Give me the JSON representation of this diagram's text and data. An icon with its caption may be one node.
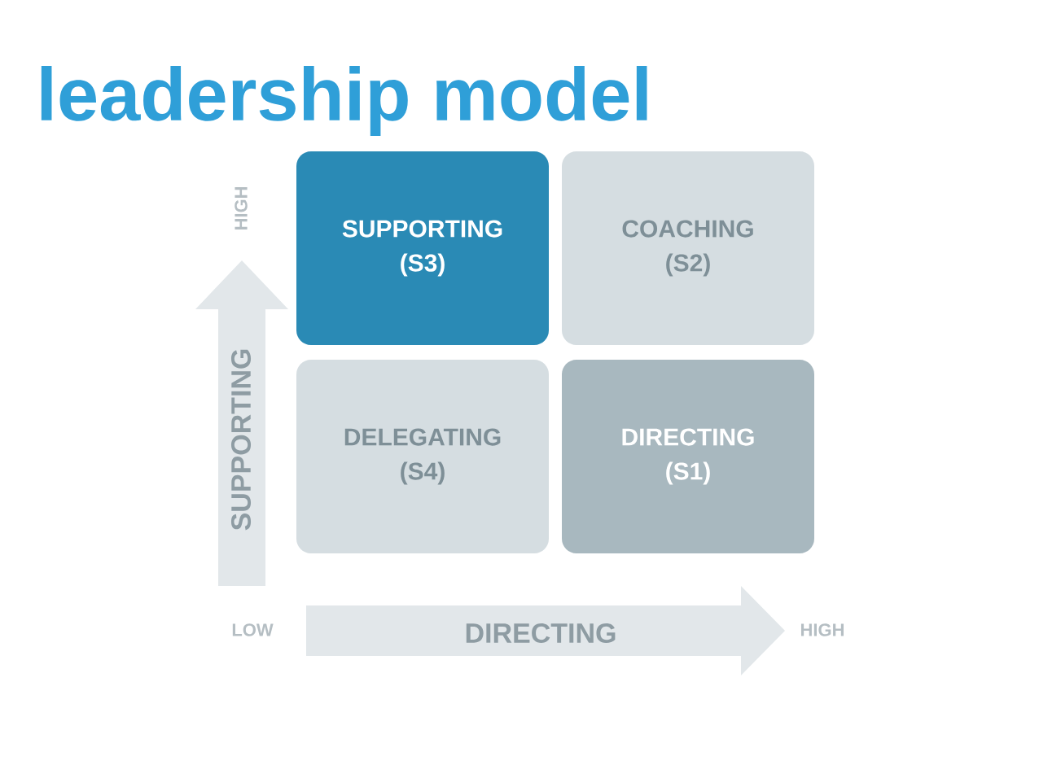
{
  "diagram": {
    "title": "leadership model",
    "nodes": [
      {
        "text": [
          "SUPPORTING (S3)"
        ]
      },
      {
        "text": [
          "COACHING (S2)"
        ]
      },
      {
        "text": [
          "DELEGATING (S4)"
        ]
      },
      {
        "text": [
          "DIRECTING (S1)"
        ]
      }
    ],
    "labels": [
      "HIGH",
      "SUPPORTING",
      "LOW",
      "DIRECTING",
      "HIGH"
    ]
  }
}
